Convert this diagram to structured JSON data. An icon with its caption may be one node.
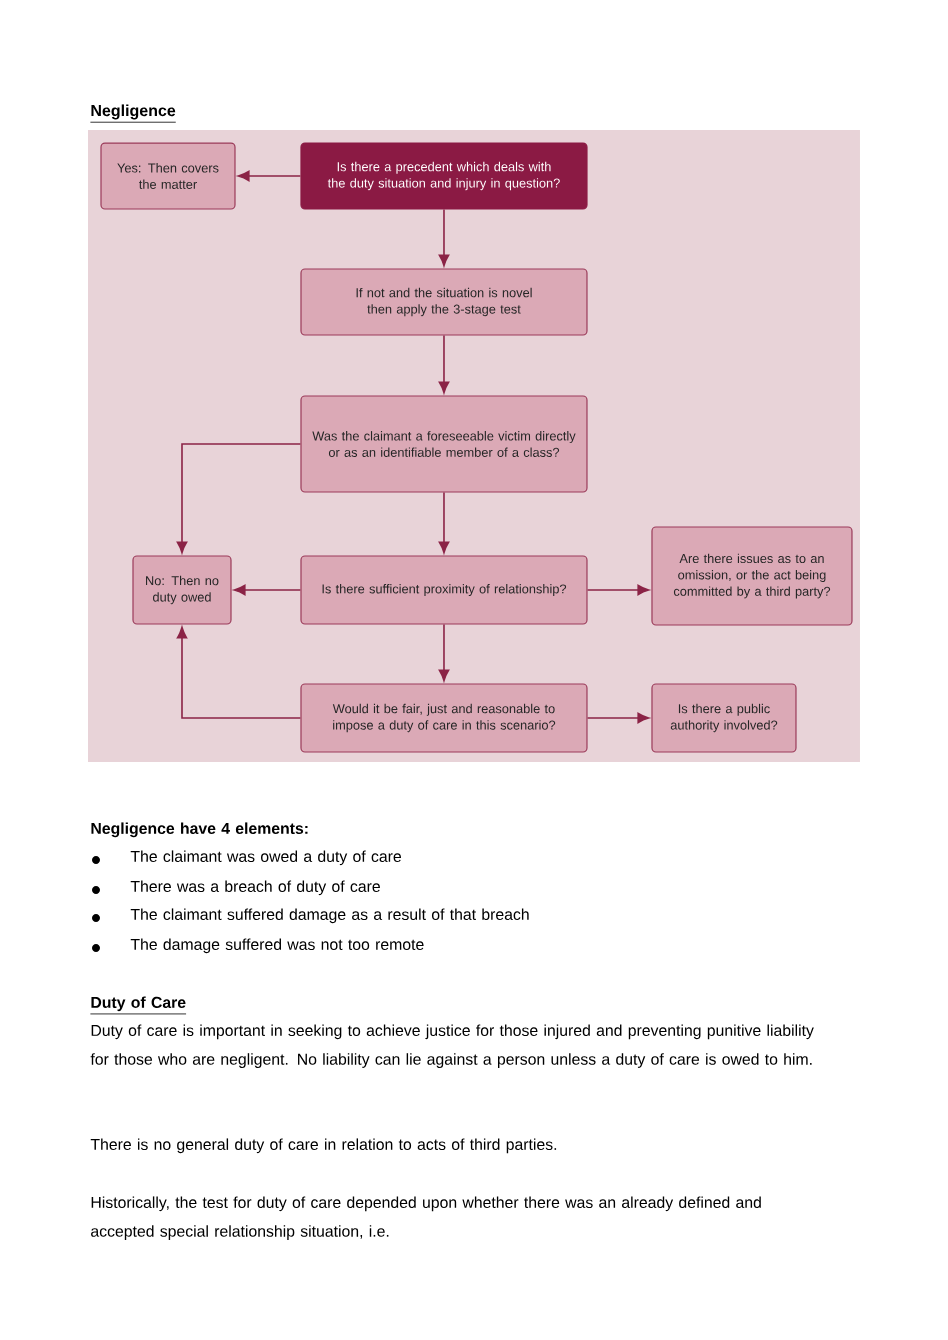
{
  "diagram": {
    "title": "Negligence",
    "nodes": [
      {
        "text": [
          "Yes: Then covers the matter"
        ]
      },
      {
        "text": [
          "Is there a precedent which deals with the duty situation and injury in question?"
        ]
      },
      {
        "text": [
          "If not and the situation is novel then apply the 3-stage test"
        ]
      },
      {
        "text": [
          "Was the claimant a foreseeable victim directly or as an identifiable member of a class?"
        ]
      },
      {
        "text": [
          "No: Then no duty owed"
        ]
      },
      {
        "text": [
          "Is there sufficient proximity of relationship?"
        ]
      },
      {
        "text": [
          "Are there issues as to an omission, or the act being committed by a third party?"
        ]
      },
      {
        "text": [
          "Would it be fair, just and reasonable to impose a duty of care in this scenario?"
        ]
      },
      {
        "text": [
          "Is there a public authority involved?"
        ]
      }
    ],
    "edges": [
      {
        "from": 1,
        "to": 0,
        "arrow": "to"
      },
      {
        "from": 1,
        "to": 2,
        "arrow": "to"
      },
      {
        "from": 2,
        "to": 3,
        "arrow": "to"
      },
      {
        "from": 3,
        "to": 4,
        "arrow": "to"
      },
      {
        "from": 3,
        "to": 5,
        "arrow": "to"
      },
      {
        "from": 5,
        "to": 4,
        "arrow": "to"
      },
      {
        "from": 5,
        "to": 6,
        "arrow": "to"
      },
      {
        "from": 5,
        "to": 7,
        "arrow": "to"
      },
      {
        "from": 7,
        "to": 4,
        "arrow": "to"
      },
      {
        "from": 7,
        "to": 8,
        "arrow": "to"
      }
    ],
    "labels": [
      "Negligence have 4 elements:",
      "The claimant was owed a duty of care",
      "There was a breach of duty of care",
      "The claimant suffered damage as a result of that breach",
      "The damage suffered was not too remote",
      "Duty of Care",
      "Duty of care is important in seeking to achieve justice for those injured and preventing punitive liability for those who are negligent. No liability can lie against a person unless a duty of care is owed to him.",
      "There is no general duty of care in relation to acts of third parties.",
      "Historically, the test for duty of care depended upon whether there was an already defined and accepted special relationship situation, i.e."
    ]
  }
}
